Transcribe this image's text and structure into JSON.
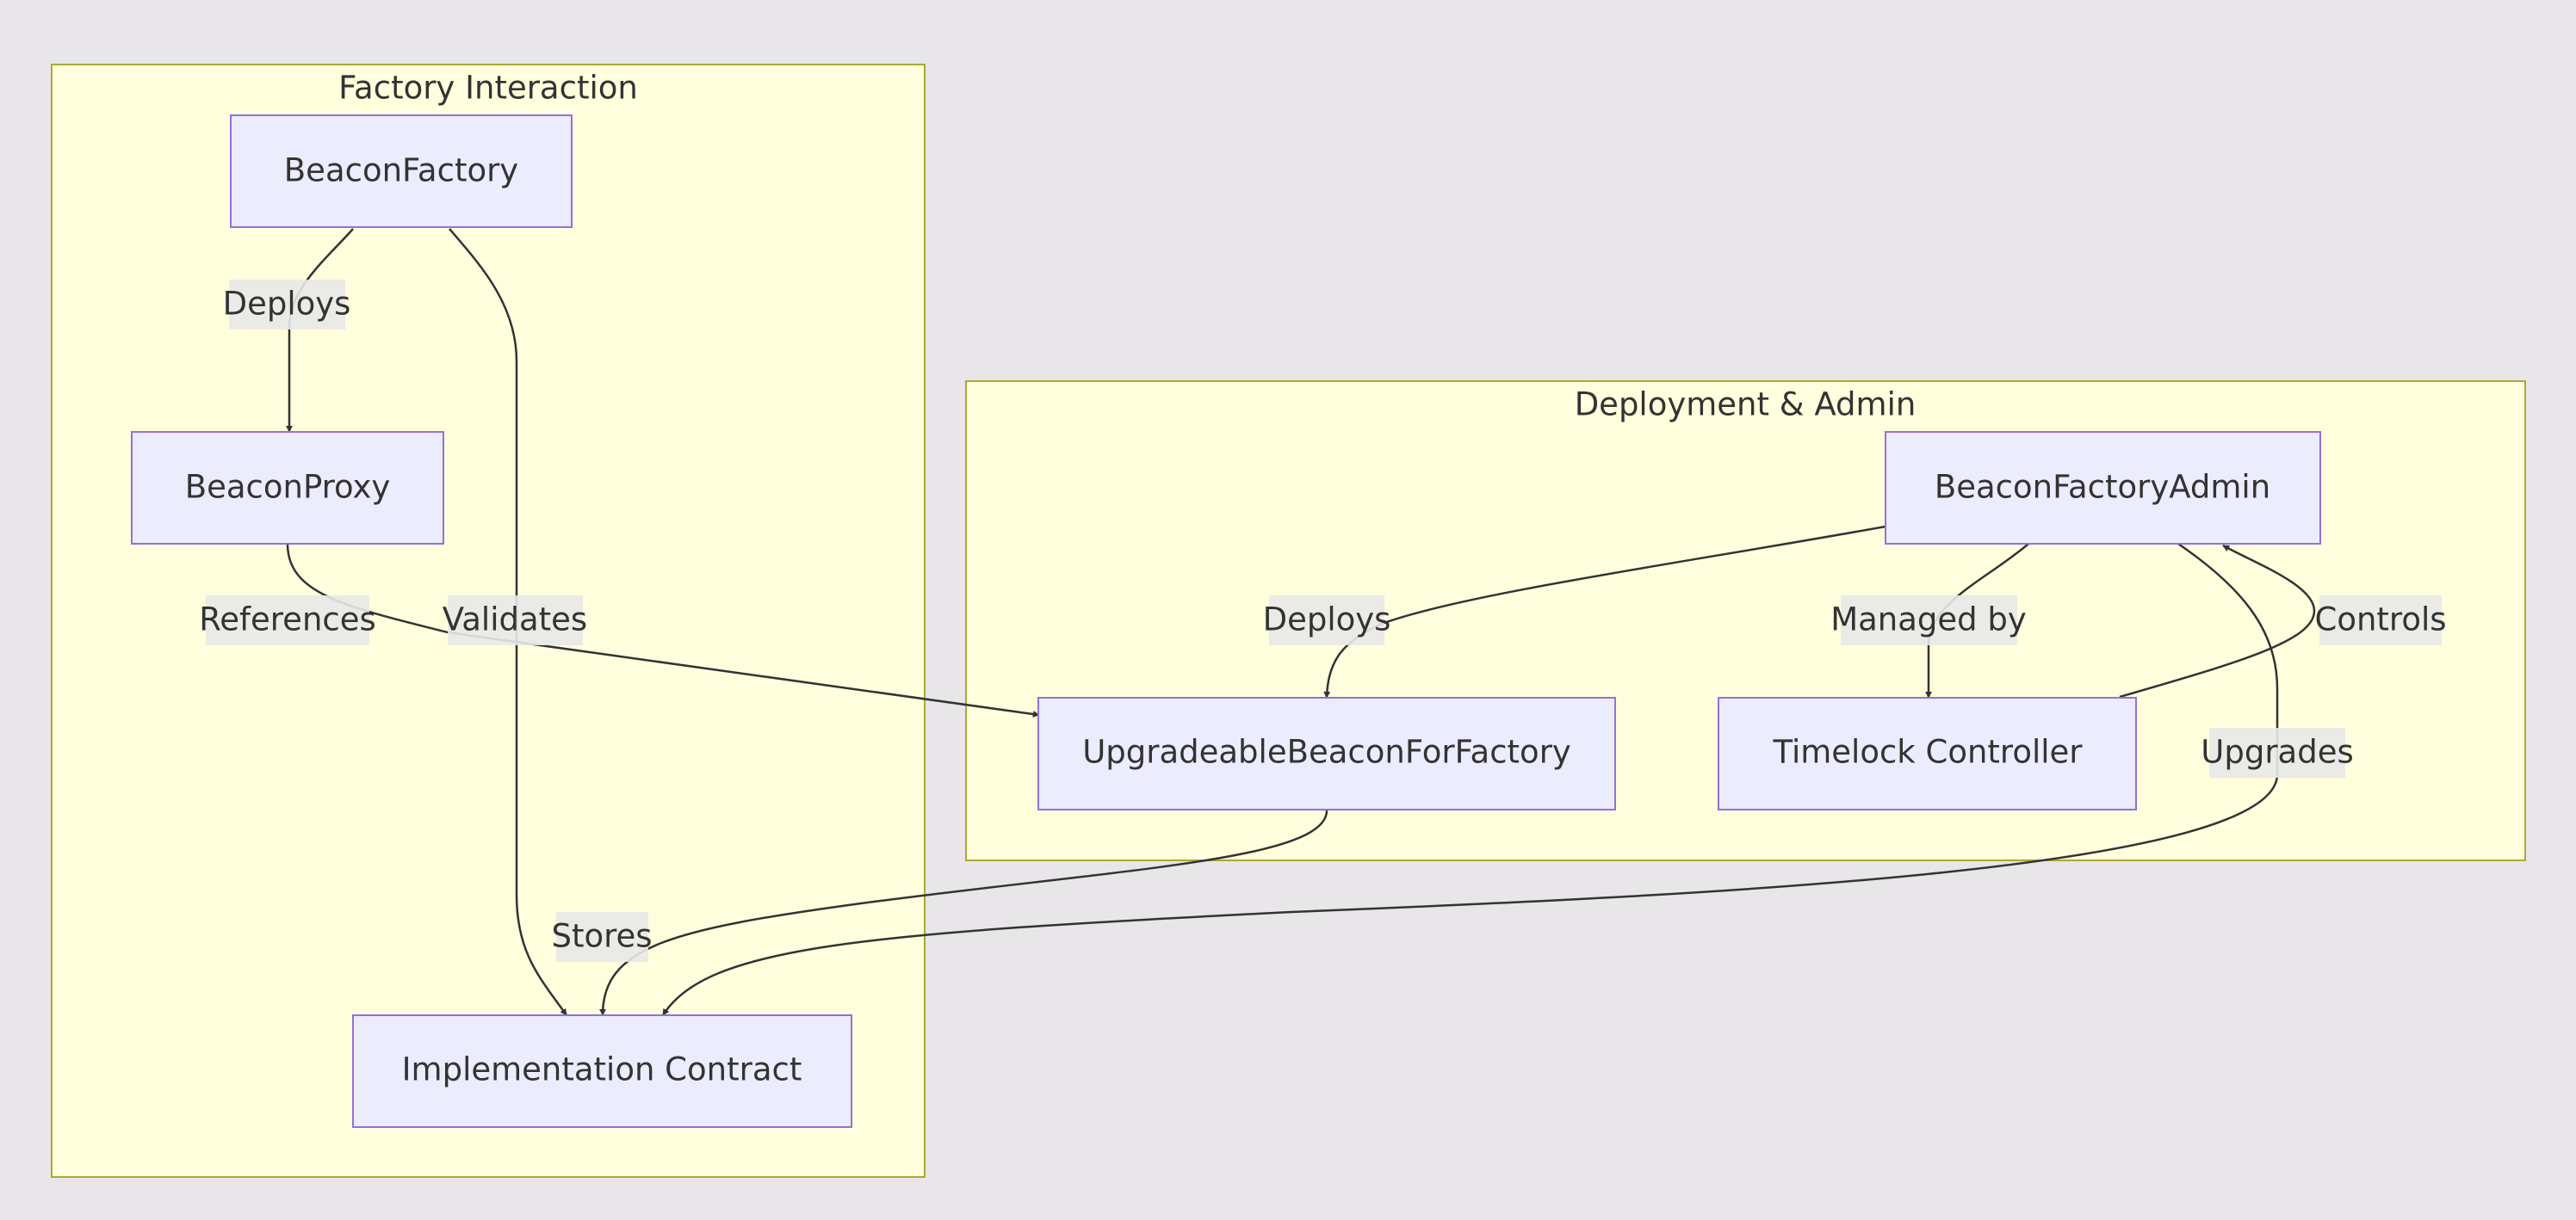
{
  "clusters": {
    "factory": {
      "title": "Factory Interaction"
    },
    "deployment": {
      "title": "Deployment & Admin"
    }
  },
  "nodes": {
    "beacon_factory": "BeaconFactory",
    "beacon_proxy": "BeaconProxy",
    "implementation": "Implementation Contract",
    "beacon_factory_admin": "BeaconFactoryAdmin",
    "upgradeable_beacon": "UpgradeableBeaconForFactory",
    "timelock": "Timelock Controller"
  },
  "edges": {
    "factory_deploys_proxy": "Deploys",
    "proxy_references_beacon": "References",
    "factory_validates_impl": "Validates",
    "admin_deploys_beacon": "Deploys",
    "admin_managed_by_timelock": "Managed by",
    "timelock_controls_admin": "Controls",
    "admin_upgrades_impl": "Upgrades",
    "beacon_stores_impl": "Stores"
  },
  "colors": {
    "background": "#e8e6e8",
    "cluster_fill": "#ffffde",
    "cluster_stroke": "#aaaa33",
    "node_fill": "#ececff",
    "node_stroke": "#9370db",
    "edge": "#333333",
    "text": "#333333"
  }
}
